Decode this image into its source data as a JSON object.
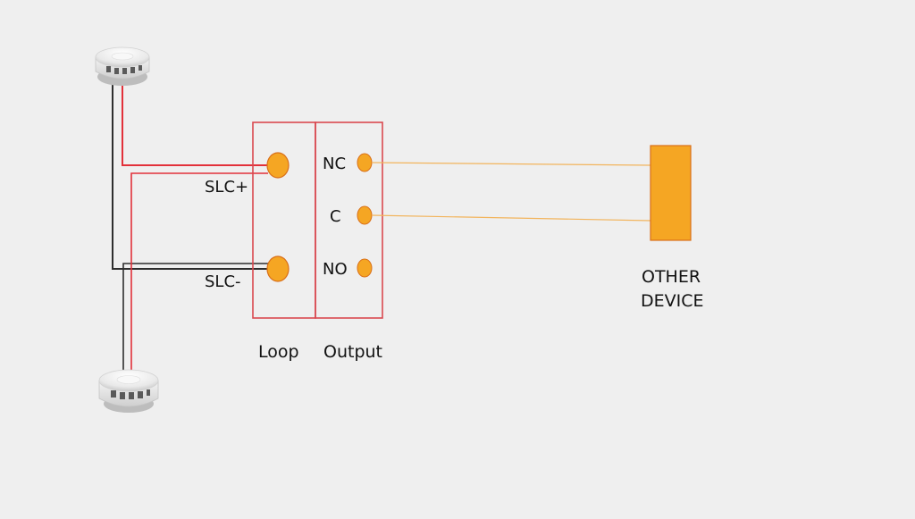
{
  "diagram": {
    "loop_terminals": {
      "slc_plus": "SLC+",
      "slc_minus": "SLC-"
    },
    "output_terminals": {
      "nc": "NC",
      "c": "C",
      "no": "NO"
    },
    "section_labels": {
      "loop": "Loop",
      "output": "Output"
    },
    "other_device": {
      "line1": "OTHER",
      "line2": "DEVICE"
    },
    "devices": [
      {
        "icon": "smoke-detector-icon"
      },
      {
        "icon": "smoke-detector-icon"
      }
    ],
    "colors": {
      "background": "#efefef",
      "module_border": "#d9484f",
      "terminal_fill": "#f5a623",
      "terminal_stroke": "#d96f19",
      "wire_red": "#e2313a",
      "wire_black": "#2e2e2e",
      "output_wire": "#f2b45c",
      "device_fill": "#f5a623"
    }
  }
}
